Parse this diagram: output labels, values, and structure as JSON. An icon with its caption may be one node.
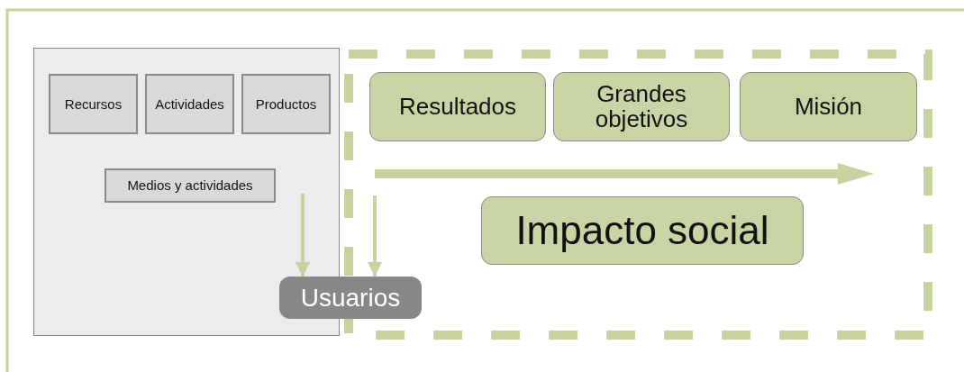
{
  "diagram": {
    "nodes": [
      {
        "text": [],
        "shape": "box"
      },
      {
        "text": [
          "Recursos"
        ],
        "in": 0
      },
      {
        "text": [
          "Actividades"
        ],
        "in": 0
      },
      {
        "text": [
          "Productos"
        ],
        "in": 0
      },
      {
        "text": [
          "Medios y actividades"
        ],
        "in": 0
      },
      {
        "text": [],
        "shape": "box"
      },
      {
        "text": [
          "Resultados"
        ],
        "in": 5
      },
      {
        "text": [
          "Grandes objetivos"
        ],
        "in": 5
      },
      {
        "text": [
          "Misión"
        ],
        "in": 5
      },
      {
        "text": [
          "Impacto social"
        ],
        "in": 5
      },
      {
        "text": [
          "Usuarios"
        ]
      }
    ],
    "edges": [
      {
        "from": null,
        "to": 10,
        "arrow": "to"
      },
      {
        "from": null,
        "to": 10,
        "arrow": "to"
      }
    ]
  }
}
